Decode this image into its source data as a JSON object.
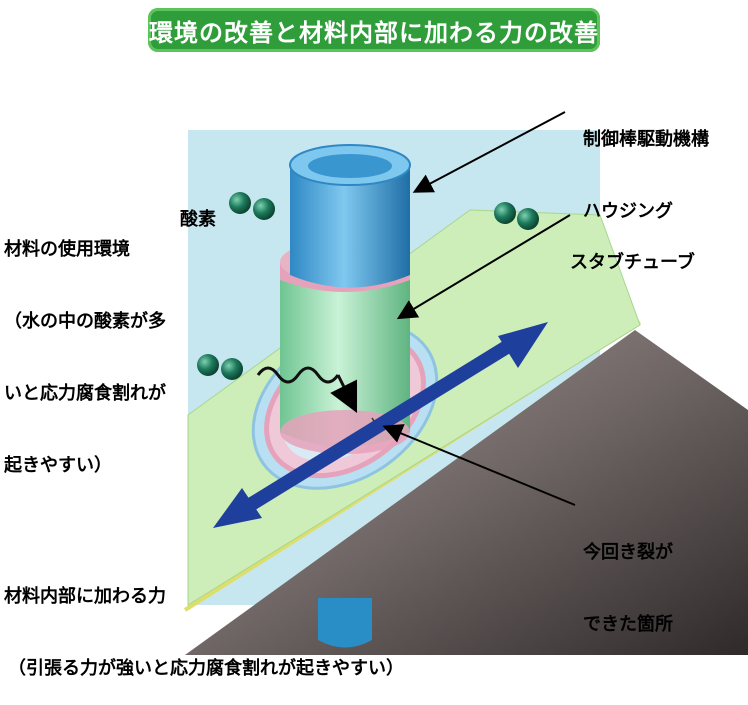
{
  "title": "環境の改善と材料内部に加わる力の改善",
  "labels": {
    "crdm_housing": [
      "制御棒駆動機構",
      "ハウジング"
    ],
    "oxygen": "酸素",
    "environment": [
      "材料の使用環境",
      "（水の中の酸素が多",
      "いと応力腐食割れが",
      "起きやすい）"
    ],
    "stub_tube": "スタブチューブ",
    "crack": [
      "今回き裂が",
      "できた箇所"
    ],
    "force": [
      "材料内部に加わる力",
      "（引張る力が強いと応力腐食割れが起きやすい）"
    ]
  },
  "colors": {
    "banner_bg": "#2f9e3a",
    "water": "#c7e7f0",
    "plate": "#cdeeb9",
    "housing": "#4aa3d6",
    "stub": "#9fe0b3",
    "ring": "#e5a2bb",
    "arrow": "#1f3f9d",
    "oxygen": "#11624a",
    "steel": "#7a7170"
  }
}
